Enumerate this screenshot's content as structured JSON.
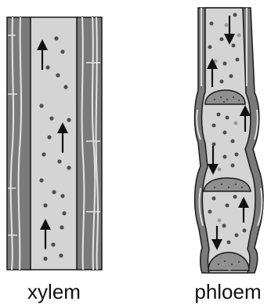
{
  "labels": {
    "xylem": "xylem",
    "phloem": "phloem"
  },
  "colors": {
    "wall_dark": "#7a7a7a",
    "wall_light": "#d9d9d9",
    "lumen": "#d4d4d4",
    "outline": "#1a1a1a",
    "particle_dark": "#4d4d4d",
    "particle_light": "#9a9a9a",
    "sieve_plate": "#8f8f8f"
  },
  "xylem": {
    "arrows": [
      "up",
      "up",
      "up"
    ]
  },
  "phloem": {
    "arrows": [
      "down",
      "up",
      "up",
      "down",
      "up",
      "down"
    ]
  }
}
